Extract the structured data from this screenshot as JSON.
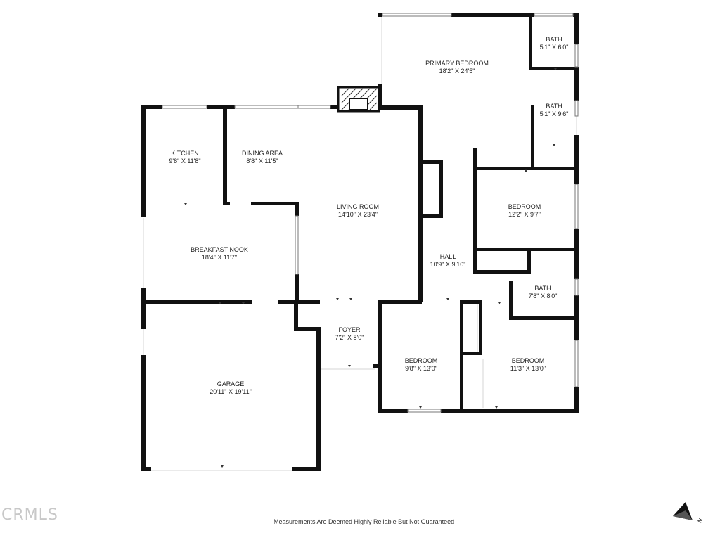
{
  "rooms": {
    "primary_bedroom": {
      "name": "PRIMARY BEDROOM",
      "dims": "18'2\" X 24'5\""
    },
    "bath_1": {
      "name": "BATH",
      "dims": "5'1\" X 6'0\""
    },
    "bath_2": {
      "name": "BATH",
      "dims": "5'1\" X 9'6\""
    },
    "kitchen": {
      "name": "KITCHEN",
      "dims": "9'8\" X 11'8\""
    },
    "dining_area": {
      "name": "DINING AREA",
      "dims": "8'8\" X 11'5\""
    },
    "living_room": {
      "name": "LIVING ROOM",
      "dims": "14'10\" X 23'4\""
    },
    "bedroom_1": {
      "name": "BEDROOM",
      "dims": "12'2\" X 9'7\""
    },
    "breakfast_nook": {
      "name": "BREAKFAST NOOK",
      "dims": "18'4\" X 11'7\""
    },
    "hall": {
      "name": "HALL",
      "dims": "10'9\" X 9'10\""
    },
    "bath_3": {
      "name": "BATH",
      "dims": "7'8\" X 8'0\""
    },
    "foyer": {
      "name": "FOYER",
      "dims": "7'2\" X 8'0\""
    },
    "bedroom_2": {
      "name": "BEDROOM",
      "dims": "9'8\" X 13'0\""
    },
    "bedroom_3": {
      "name": "BEDROOM",
      "dims": "11'3\" X 13'0\""
    },
    "garage": {
      "name": "GARAGE",
      "dims": "20'11\" X 19'11\""
    }
  },
  "footer": {
    "watermark": "CRMLS",
    "disclaimer": "Measurements Are Deemed Highly Reliable But Not Guaranteed",
    "compass_label": "N"
  },
  "colors": {
    "wall": "#111111",
    "text": "#222222",
    "watermark": "#c8c8c8"
  },
  "icons": {
    "compass": "north-arrow-icon",
    "fireplace": "fireplace-icon"
  }
}
